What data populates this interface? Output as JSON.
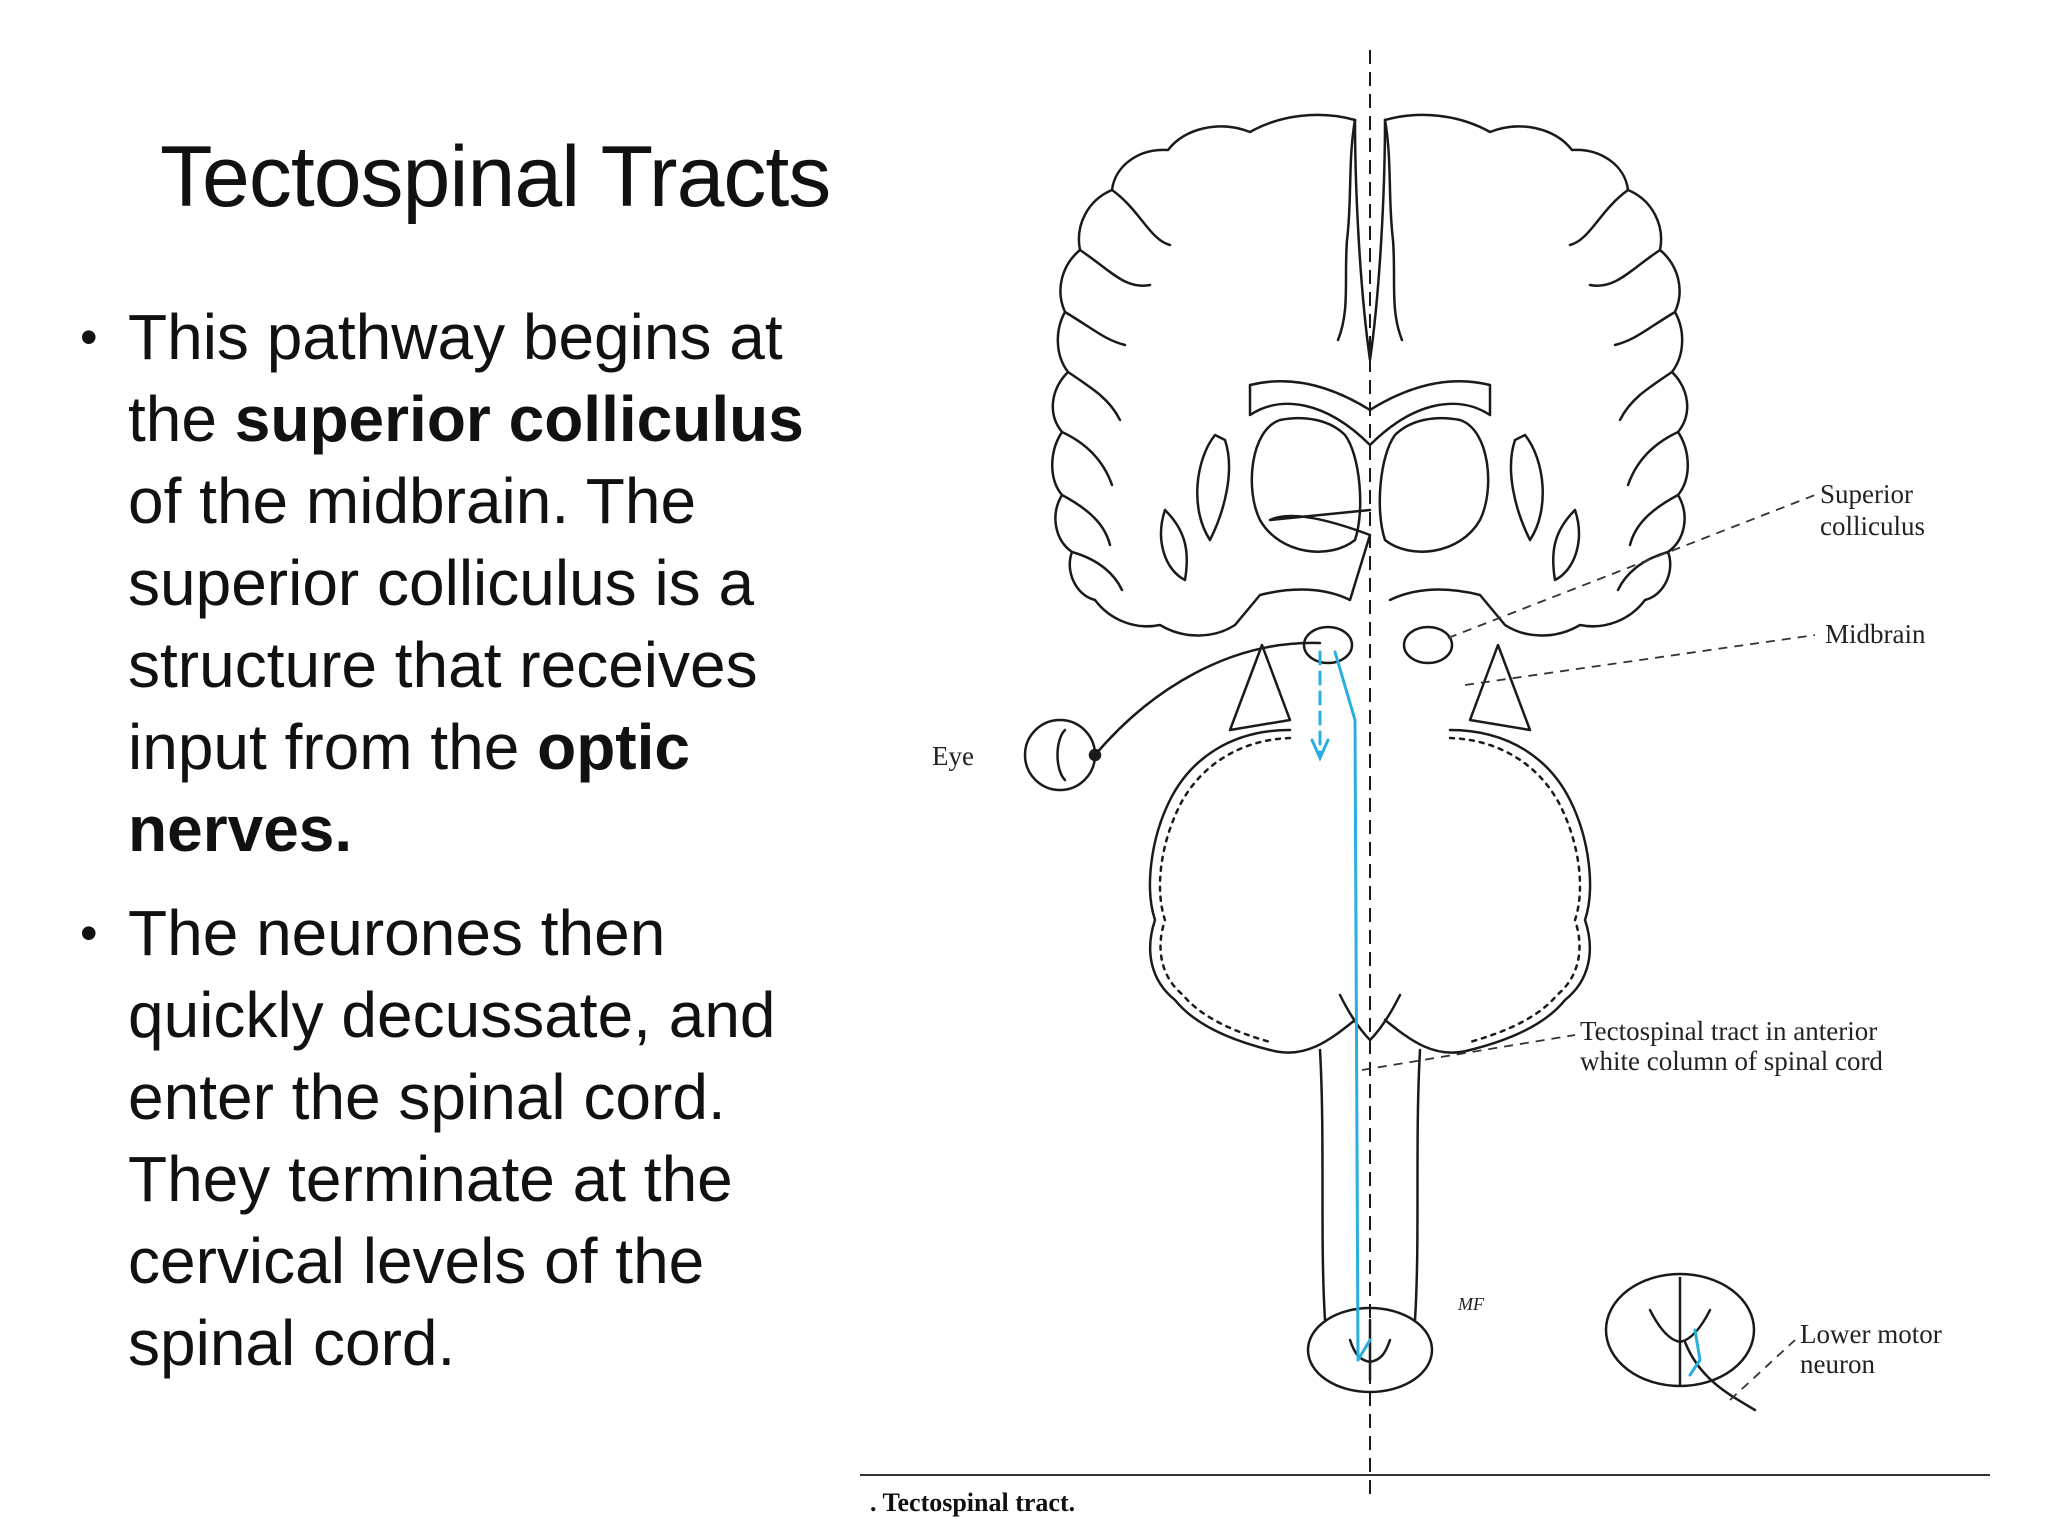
{
  "slide": {
    "title": "Tectospinal Tracts",
    "bullet_symbol": "•",
    "bullets": [
      {
        "parts": [
          {
            "text": "This pathway begins at the ",
            "bold": false
          },
          {
            "text": "superior colliculus",
            "bold": true
          },
          {
            "text": " of the midbrain. The superior colliculus is a structure that receives input from the ",
            "bold": false
          },
          {
            "text": "optic nerves.",
            "bold": true
          }
        ]
      },
      {
        "parts": [
          {
            "text": "The neurones then quickly decussate, and enter the spinal cord. They terminate at the cervical levels of the spinal cord.",
            "bold": false
          }
        ]
      }
    ]
  },
  "figure": {
    "labels": {
      "eye": "Eye",
      "superior_colliculus_1": "Superior",
      "superior_colliculus_2": "colliculus",
      "midbrain": "Midbrain",
      "tract_1": "Tectospinal tract in anterior",
      "tract_2": "white column of spinal cord",
      "lower_motor_1": "Lower motor",
      "lower_motor_2": "neuron",
      "initials": "MF"
    },
    "caption": ". Tectospinal tract.",
    "colors": {
      "tract": "#29aee0",
      "line": "#1a1a1a"
    }
  }
}
